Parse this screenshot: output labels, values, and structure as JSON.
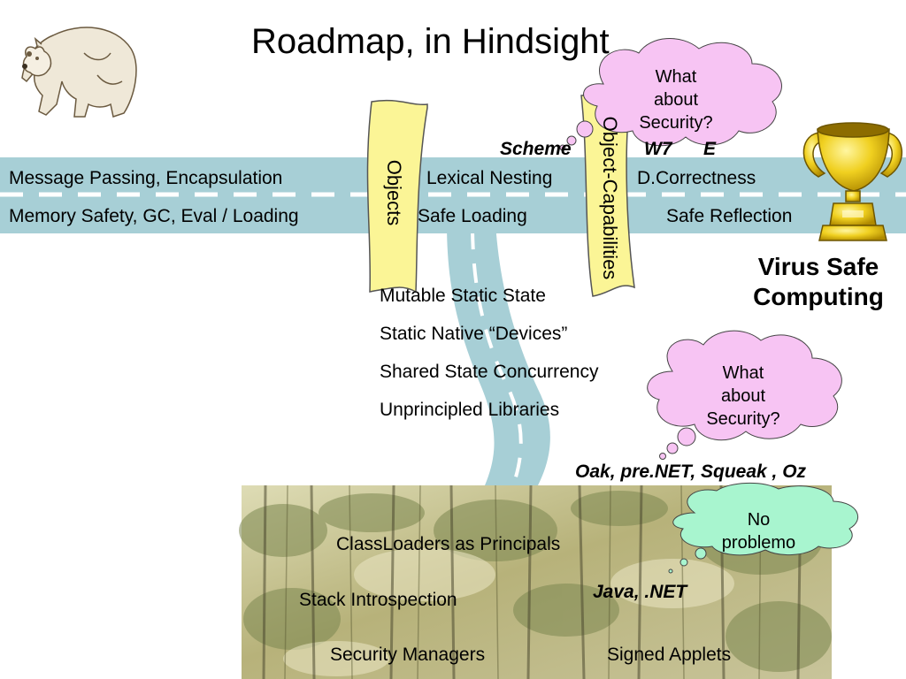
{
  "slide": {
    "title": "Roadmap, in Hindsight"
  },
  "highway": {
    "row1": {
      "left": "Message Passing, Encapsulation",
      "middle": "Lexical Nesting",
      "right": "D.Correctness"
    },
    "row2": {
      "left": "Memory Safety, GC, Eval / Loading",
      "middle": "Safe Loading",
      "right": "Safe Reflection"
    }
  },
  "scrolls": {
    "objects": "Objects",
    "object_capabilities": "Object-Capabilities"
  },
  "languages": {
    "scheme": "Scheme",
    "w7": "W7",
    "e": "E",
    "oak_group": "Oak, pre.NET, Squeak , Oz",
    "java_group": "Java, .NET"
  },
  "goal": {
    "line1": "Virus Safe",
    "line2": "Computing"
  },
  "side_road_list": [
    "Mutable Static State",
    "Static Native “Devices”",
    "Shared State Concurrency",
    "Unprincipled Libraries"
  ],
  "forest_items": {
    "classloaders": "ClassLoaders as Principals",
    "stack": "Stack Introspection",
    "security_managers": "Security Managers",
    "signed_applets": "Signed Applets"
  },
  "thought_bubbles": [
    {
      "lines": [
        "What",
        "about",
        "Security?"
      ],
      "color": "#f7c4f3"
    },
    {
      "lines": [
        "What",
        "about",
        "Security?"
      ],
      "color": "#f7c4f3"
    },
    {
      "lines": [
        "No",
        "problemo"
      ],
      "color": "#a8f5cf"
    }
  ],
  "colors": {
    "road": "#a7cfd6",
    "lane_dash": "#ffffff",
    "scroll": "#fbf596",
    "forest_dark": "#5d6b3a",
    "forest_light": "#c7c58f",
    "trophy": "#f0d020"
  },
  "icons": [
    "polar-bear-icon",
    "trophy-icon"
  ]
}
